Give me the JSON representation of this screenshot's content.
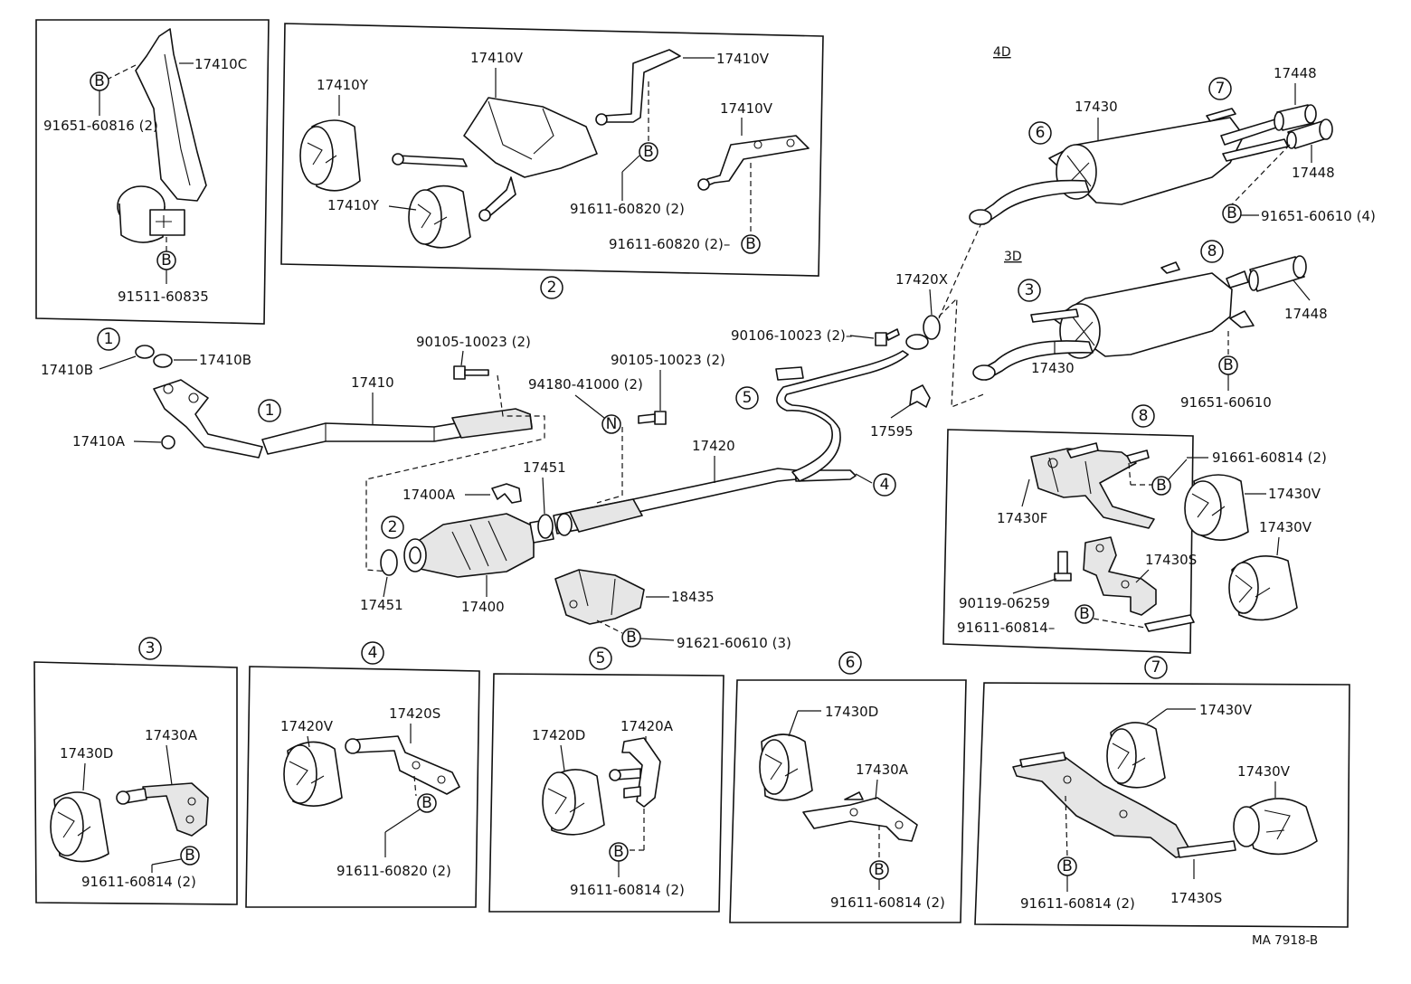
{
  "variant_labels": {
    "four_door": "4D",
    "three_door": "3D"
  },
  "callout_numbers": [
    "1",
    "2",
    "3",
    "4",
    "5",
    "6",
    "7",
    "8"
  ],
  "bolt_symbol": "B",
  "nut_symbol": "N",
  "panel_1": {
    "part_17410c": "17410C",
    "bolt_91651": "91651-60816 (2)",
    "bolt_91511": "91511-60835"
  },
  "panel_2": {
    "part_17410y_top": "17410Y",
    "part_17410y_bottom": "17410Y",
    "part_17410v_a": "17410V",
    "part_17410v_b": "17410V",
    "part_17410v_c": "17410V",
    "bolt_a": "91611-60820 (2)",
    "bolt_b": "91611-60820 (2)–"
  },
  "main": {
    "p17410b_left": "17410B",
    "p17410b_right": "17410B",
    "p17410": "17410",
    "p17410a": "17410A",
    "p90105_left": "90105-10023 (2)",
    "p90105_mid": "90105-10023 (2)",
    "p94180": "94180-41000 (2)",
    "p17400a": "17400A",
    "p17451_top": "17451",
    "p17451_bottom": "17451",
    "p17400": "17400",
    "p17420": "17420",
    "p18435": "18435",
    "p91621": "91621-60610 (3)",
    "p90106": "90106-10023 (2)–",
    "p17420x": "17420X",
    "p17595": "17595"
  },
  "rear_4d": {
    "p17430": "17430",
    "p17448_top": "17448",
    "p17448_bottom": "17448",
    "bolt": "91651-60610 (4)"
  },
  "rear_3d": {
    "p17430": "17430",
    "p17448": "17448",
    "bolt": "91651-60610"
  },
  "panel_8": {
    "bolt_91661": "91661-60814 (2)",
    "p17430v_a": "17430V",
    "p17430v_b": "17430V",
    "p17430f": "17430F",
    "p17430s": "17430S",
    "bolt_90119": "90119-06259",
    "bolt_91611": "91611-60814–"
  },
  "panel_3": {
    "p17430d": "17430D",
    "p17430a": "17430A",
    "bolt": "91611-60814 (2)"
  },
  "panel_4": {
    "p17420v": "17420V",
    "p17420s": "17420S",
    "bolt": "91611-60820 (2)"
  },
  "panel_5": {
    "p17420d": "17420D",
    "p17420a": "17420A",
    "bolt": "91611-60814 (2)"
  },
  "panel_6": {
    "p17430d": "17430D",
    "p17430a": "17430A",
    "bolt": "91611-60814 (2)"
  },
  "panel_7": {
    "p17430v_a": "17430V",
    "p17430v_b": "17430V",
    "p17430s": "17430S",
    "bolt": "91611-60814 (2)"
  },
  "drawing_code": "MA 7918-B"
}
